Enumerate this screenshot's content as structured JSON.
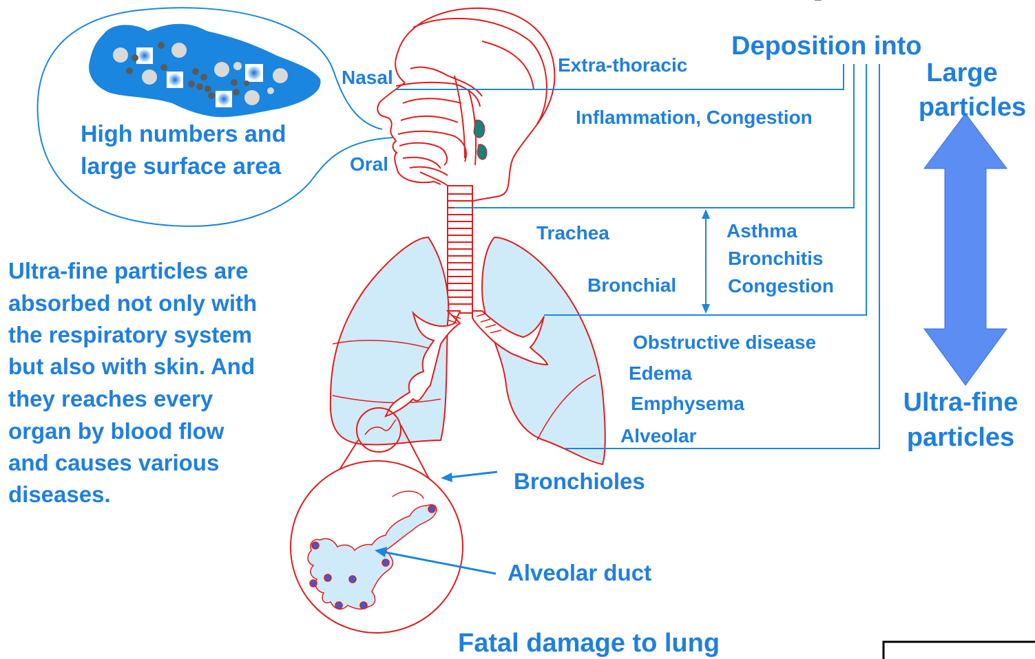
{
  "colors": {
    "text_blue": "#1F7FE0",
    "line_blue": "#1A86E0",
    "anatomy_red": "#E31A1A",
    "lung_fill": "#CFEAF8",
    "particle_blob": "#1A86E0",
    "arrow_fill": "#5B8DF2",
    "throat_green": "#1B7F7A"
  },
  "labels": {
    "deposition_into": "Deposition into",
    "large_particles": "Large particles",
    "ultra_fine_particles": "Ultra-fine particles",
    "nasal": "Nasal",
    "oral": "Oral",
    "extra_thoracic": "Extra-thoracic",
    "inflammation_congestion": "Inflammation, Congestion",
    "trachea": "Trachea",
    "bronchial": "Bronchial",
    "asthma": "Asthma",
    "bronchitis": "Bronchitis",
    "congestion": "Congestion",
    "obstructive_disease": "Obstructive disease",
    "edema": "Edema",
    "emphysema": "Emphysema",
    "alveolar": "Alveolar",
    "bronchioles": "Bronchioles",
    "alveolar_duct": "Alveolar duct",
    "fatal_damage": "Fatal damage to lung",
    "high_numbers_line1": "High numbers and",
    "high_numbers_line2": "large surface area",
    "note_lines": [
      "Ultra-fine particles are",
      "absorbed not only with",
      "the respiratory system",
      "but also with skin. And",
      "they reaches every",
      "organ by blood flow",
      "and causes various",
      "diseases."
    ]
  },
  "icons": {
    "size_arrow": "double-headed-vertical-arrow",
    "particle_cluster": "particle-blob-icon"
  }
}
